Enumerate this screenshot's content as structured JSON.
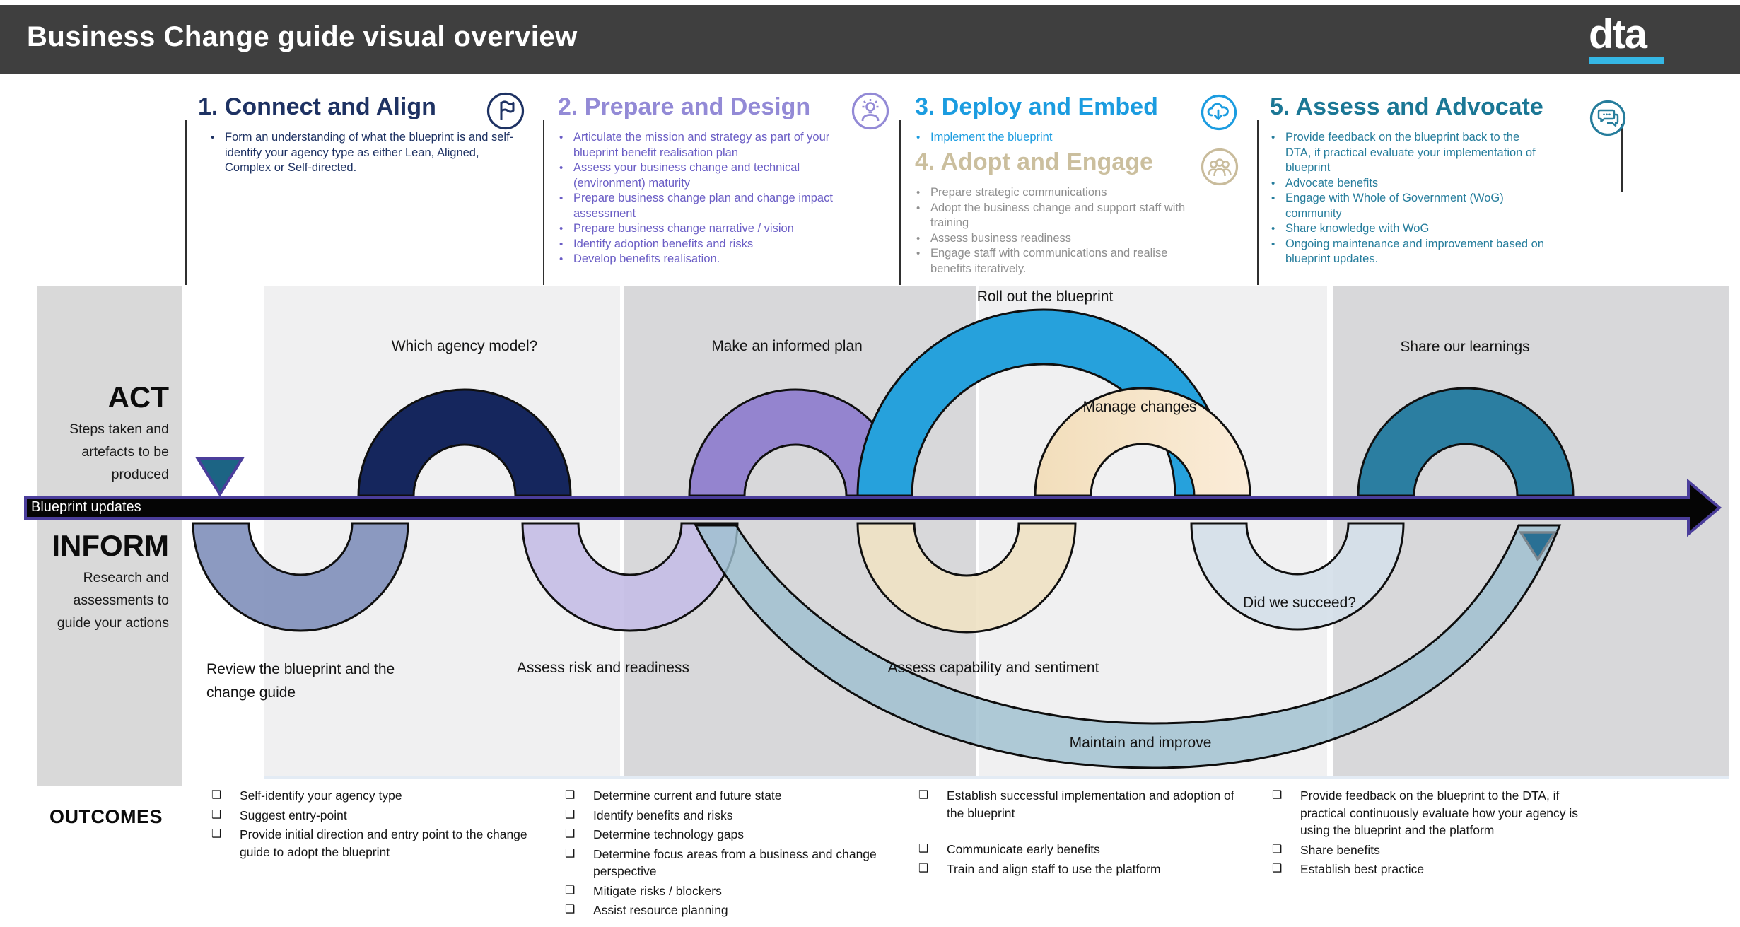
{
  "header": {
    "title": "Business Change guide visual overview",
    "logo": "dta"
  },
  "glyphs": {
    "bullet": "•",
    "checkbox": "❑"
  },
  "phases": [
    {
      "title": "1. Connect and Align",
      "icon": "flag-icon",
      "color": "#1e3263",
      "bullets": [
        "Form an understanding of what the blueprint is and self-identify your agency type as either Lean, Aligned, Complex or Self-directed."
      ]
    },
    {
      "title": "2. Prepare and Design",
      "icon": "idea-person-icon",
      "color": "#938ad6",
      "bullets": [
        "Articulate the mission and strategy as part of your blueprint benefit realisation plan",
        "Assess your business change and technical (environment) maturity",
        "Prepare business change plan and change impact assessment",
        "Prepare business change narrative / vision",
        "Identify adoption benefits and risks",
        "Develop benefits realisation."
      ]
    },
    {
      "title": "3. Deploy and Embed",
      "icon": "cloud-download-icon",
      "color": "#1b9ce0",
      "bullets": [
        "Implement the blueprint"
      ]
    },
    {
      "title": "4. Adopt and Engage",
      "icon": "people-group-icon",
      "color": "#cbbf9e",
      "bullets": [
        "Prepare strategic communications",
        "Adopt the business change and support staff with training",
        "Assess business readiness",
        "Engage staff with communications and realise benefits iteratively."
      ]
    },
    {
      "title": "5. Assess and Advocate",
      "icon": "speech-bubbles-icon",
      "color": "#1b7795",
      "bullets": [
        "Provide feedback on the blueprint back to the DTA, if practical evaluate your implementation of blueprint",
        "Advocate benefits",
        "Engage with Whole of Government (WoG) community",
        "Share knowledge with WoG",
        "Ongoing maintenance and improvement based on blueprint updates."
      ]
    }
  ],
  "panel": {
    "act": "ACT",
    "act_desc": "Steps taken and artefacts to be produced",
    "inform": "INFORM",
    "inform_desc": "Research and assessments to guide your actions",
    "outcomes": "OUTCOMES"
  },
  "timeline": {
    "arrow_label": "Blueprint updates"
  },
  "diagram_labels": {
    "which_agency": "Which agency model?",
    "informed_plan": "Make an informed plan",
    "roll_out": "Roll out the blueprint",
    "manage_changes": "Manage changes",
    "share_learnings": "Share our learnings",
    "review_blueprint": "Review the blueprint and the change guide",
    "assess_risk": "Assess risk and readiness",
    "assess_capability": "Assess capability and sentiment",
    "did_we_succeed": "Did we succeed?",
    "maintain_improve": "Maintain and improve"
  },
  "outcomes": {
    "col1": [
      "Self-identify your agency type",
      "Suggest entry-point",
      "Provide initial direction and entry point to the change guide to adopt the blueprint"
    ],
    "col2": [
      "Determine current and future state",
      "Identify benefits and risks",
      "Determine technology gaps",
      "Determine focus areas from a business and change perspective",
      "Mitigate risks / blockers",
      "Assist resource planning"
    ],
    "col3_group1": [
      "Establish successful implementation and adoption of the blueprint"
    ],
    "col3_group2": [
      "Communicate early benefits",
      "Train and align staff to use the platform"
    ],
    "col4": [
      "Provide feedback on the blueprint to the DTA, if practical continuously evaluate how your agency is using the blueprint and the platform",
      "Share benefits",
      "Establish best practice"
    ]
  },
  "colors": {
    "header_bg": "#3f3f3f",
    "logo_accent": "#35b7e5",
    "navy_arch": "#15265d",
    "purple_arch": "#9484cf",
    "cyan_arch": "#26a1dc",
    "tan_arch": "#f5e3c3",
    "teal_arch": "#2b7ea1",
    "bluegray_arch": "#7f8fba",
    "lavender_arch": "#c6bee6",
    "cream_arch": "#efe2c4",
    "pale_arch": "#d5e0e9",
    "swoosh": "#9dbfcf",
    "arrow_fill": "#050505",
    "arrow_border": "#4b3e9b",
    "band_light": "#f0f0f1",
    "band_dark": "#d8d8da",
    "side_panel": "#d9d9d9"
  }
}
